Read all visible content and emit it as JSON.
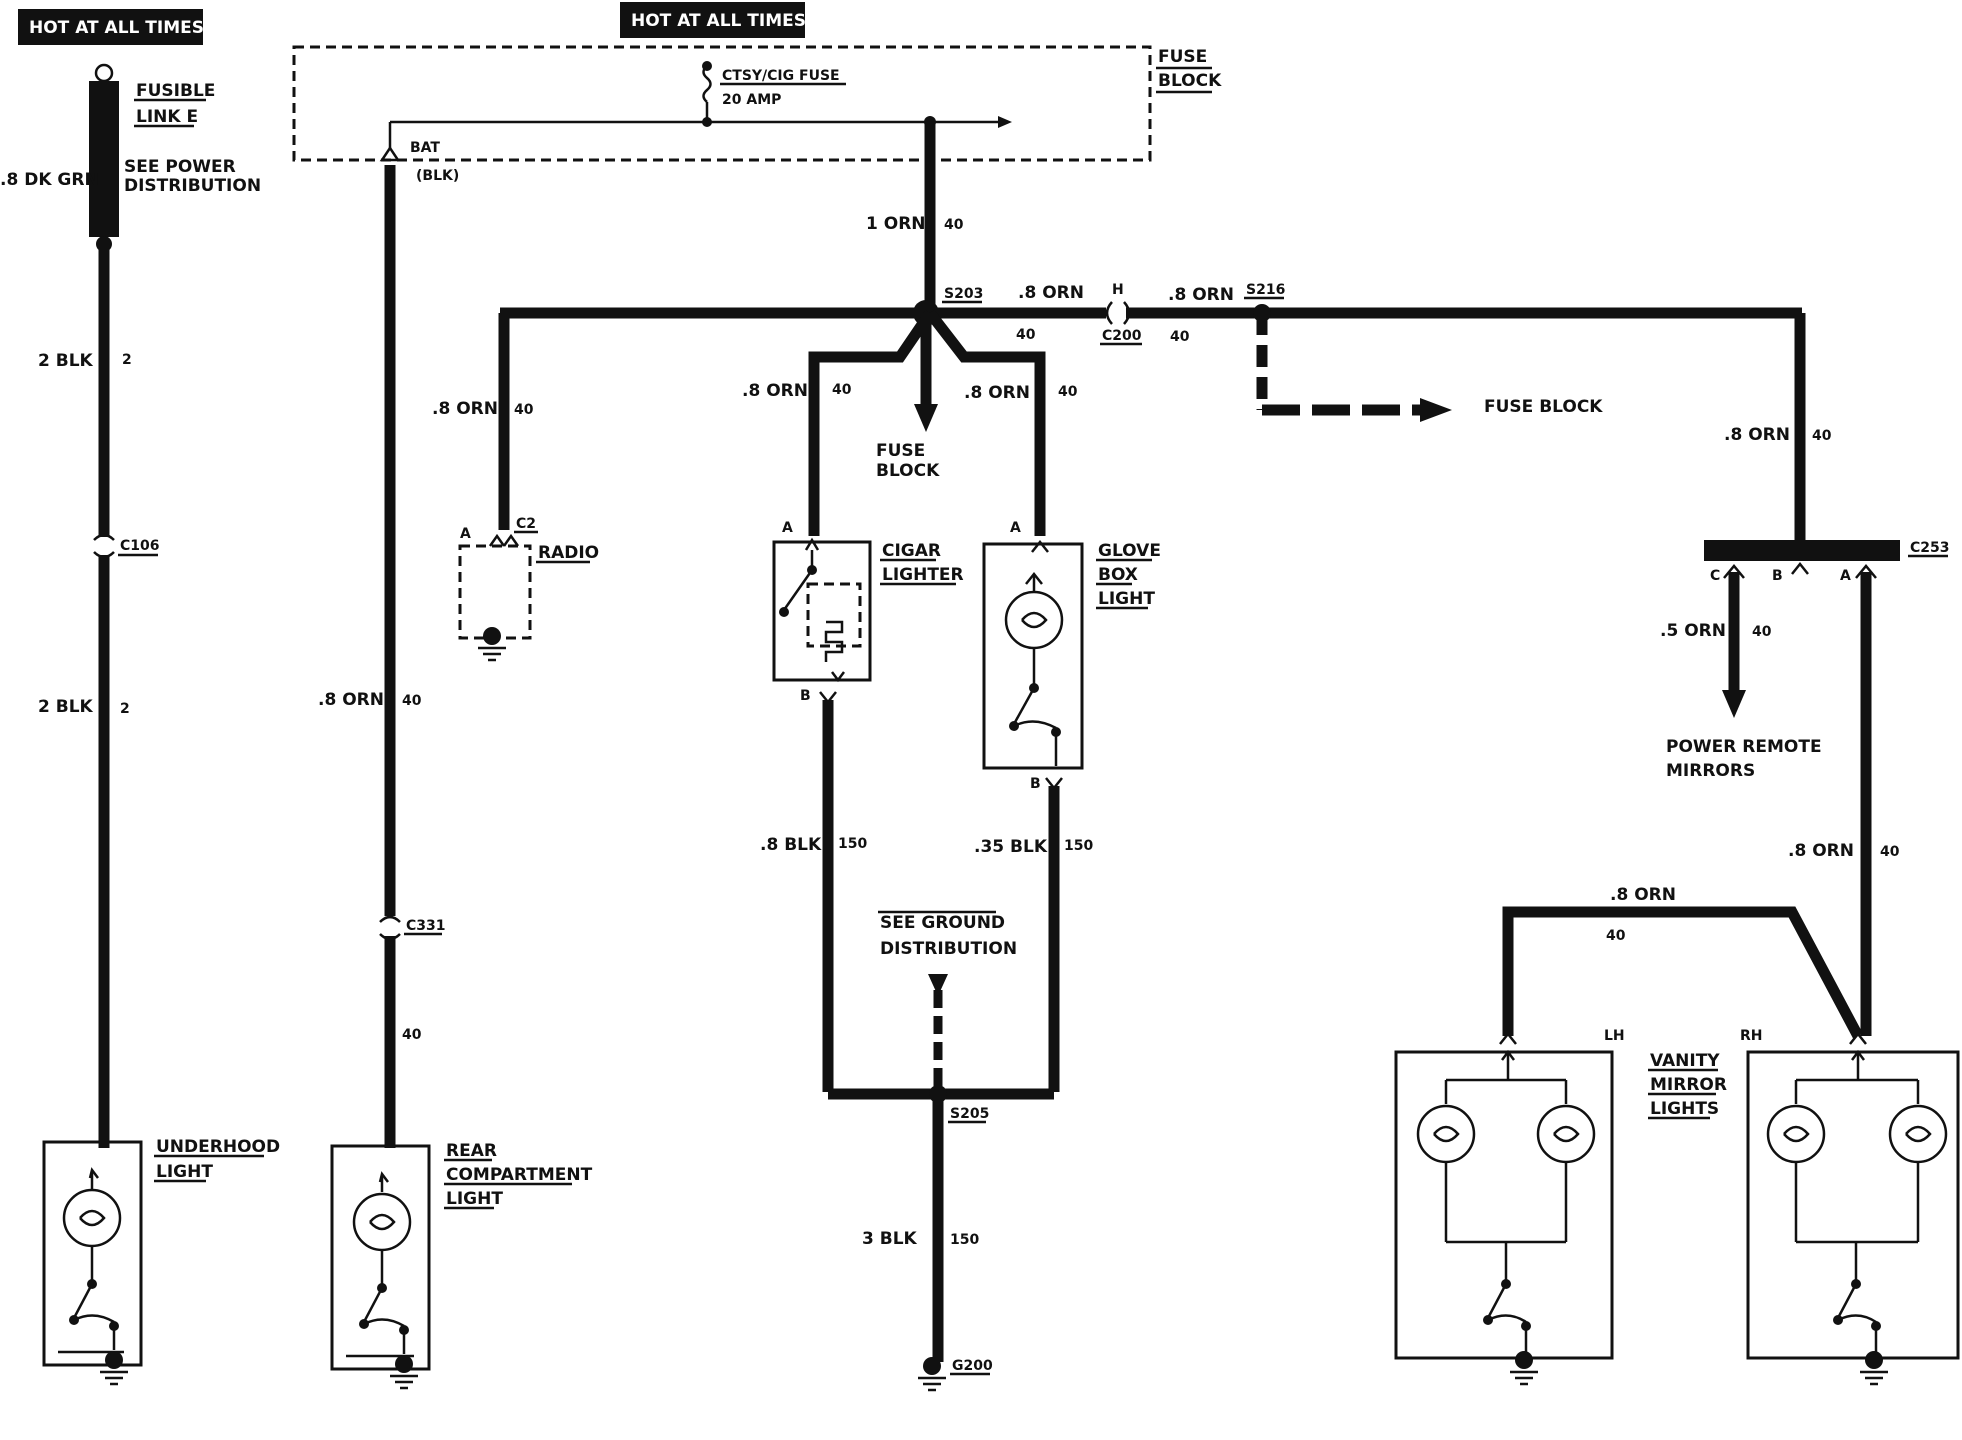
{
  "headers": {
    "hot_left": "HOT AT ALL TIMES",
    "hot_center": "HOT AT ALL TIMES"
  },
  "fuse_block": {
    "label_line1": "FUSE",
    "label_line2": "BLOCK",
    "fuse_name": "CTSY/CIG FUSE",
    "fuse_rating": "20 AMP",
    "bat_label": "BAT",
    "bat_color": "(BLK)"
  },
  "fusible_link": {
    "label_line1": "FUSIBLE",
    "label_line2": "LINK E",
    "see_line1": "SEE POWER",
    "see_line2": "DISTRIBUTION",
    "wire_top": ".8 DK GRN",
    "wire_mid": "2 BLK",
    "wire_mid_circuit": "2",
    "connector": "C106",
    "wire_low": "2 BLK",
    "wire_low_circuit": "2"
  },
  "underhood_light": {
    "line1": "UNDERHOOD",
    "line2": "LIGHT"
  },
  "rear_compartment": {
    "wire": ".8 ORN",
    "circuit": "40",
    "connector": "C331",
    "circuit_low": "40",
    "line1": "REAR",
    "line2": "COMPARTMENT",
    "line3": "LIGHT"
  },
  "main_feed": {
    "wire": "1 ORN",
    "circuit": "40",
    "splice": "S203"
  },
  "radio": {
    "wire": ".8 ORN",
    "circuit": "40",
    "connector": "C2",
    "pin": "A",
    "label": "RADIO"
  },
  "cigar_lighter": {
    "wire": ".8 ORN",
    "circuit": "40",
    "pin_a": "A",
    "pin_b": "B",
    "line1": "CIGAR",
    "line2": "LIGHTER",
    "wire_out": ".8 BLK",
    "circuit_out": "150"
  },
  "fuse_block_branch": {
    "line1": "FUSE",
    "line2": "BLOCK"
  },
  "glove_box": {
    "wire": ".8 ORN",
    "circuit": "40",
    "pin_a": "A",
    "pin_b": "B",
    "line1": "GLOVE",
    "line2": "BOX",
    "line3": "LIGHT",
    "wire_out": ".35 BLK",
    "circuit_out": "150"
  },
  "right_feed": {
    "wire1": ".8 ORN",
    "circuit1": "40",
    "connector_c200": "C200",
    "pin_h": "H",
    "wire2": ".8 ORN",
    "circuit2": "40",
    "splice": "S216",
    "fuse_block": "FUSE BLOCK",
    "wire_down": ".8 ORN",
    "circuit_down": "40"
  },
  "c253": {
    "label": "C253",
    "pin_c": "C",
    "pin_b": "B",
    "pin_a": "A"
  },
  "mirrors": {
    "wire": ".5 ORN",
    "circuit": "40",
    "line1": "POWER REMOTE",
    "line2": "MIRRORS"
  },
  "vanity": {
    "wire_rh": ".8 ORN",
    "circuit_rh": "40",
    "wire_lh": ".8 ORN",
    "circuit_lh": "40",
    "lh": "LH",
    "rh": "RH",
    "line1": "VANITY",
    "line2": "MIRROR",
    "line3": "LIGHTS"
  },
  "ground": {
    "see_line1": "SEE GROUND",
    "see_line2": "DISTRIBUTION",
    "splice": "S205",
    "wire": "3 BLK",
    "circuit": "150",
    "ground_point": "G200"
  }
}
